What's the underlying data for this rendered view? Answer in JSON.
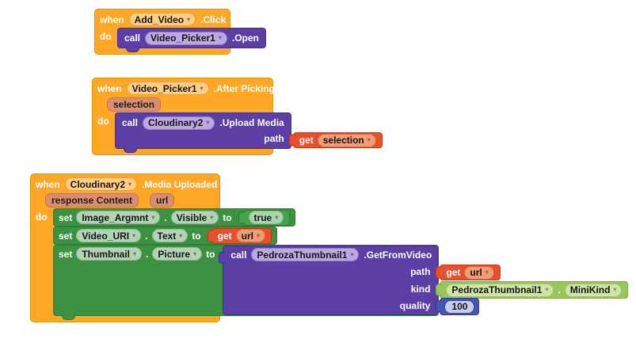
{
  "keywords": {
    "when": "when",
    "do": "do",
    "call": "call",
    "set": "set",
    "to": "to",
    "get": "get",
    "dot": "."
  },
  "colors": {
    "event_block": "#FFA726",
    "event_border": "#DE9206",
    "event_field": "#FFCD88",
    "method_block": "#5C3FA5",
    "method_border": "#462E85",
    "method_field": "#BCA9E2",
    "setter_block": "#3D9142",
    "setter_border": "#2E7D32",
    "setter_field": "#B4D3B4",
    "logic_block": "#46A14B",
    "logic_field": "#ABD3AD",
    "getter_block": "#E8502D",
    "getter_border": "#C23A12",
    "getter_field": "#F19E78",
    "property_block": "#9AC45C",
    "property_border": "#7FA943",
    "property_field": "#CFE4A7",
    "number_block": "#4356B2",
    "number_border": "#2E3E8F",
    "number_field": "#C8CDEB",
    "param_badge": "#D98F6E",
    "workspace_background": "#FFFFFF"
  },
  "block1": {
    "component": "Add_Video",
    "event": ".Click",
    "method_component": "Video_Picker1",
    "method": ".Open"
  },
  "block2": {
    "component": "Video_Picker1",
    "event": ".After Picking",
    "param": "selection",
    "method_component": "Cloudinary2",
    "method": ".Upload Media",
    "arg1_label": "path",
    "arg1_var": "selection"
  },
  "block3": {
    "component": "Cloudinary2",
    "event": ".Media Uploaded",
    "param1": "response Content",
    "param2": "url",
    "set1_component": "Image_Argmnt",
    "set1_property": "Visible",
    "set1_value": "true",
    "set2_component": "Video_URI",
    "set2_property": "Text",
    "set2_var": "url",
    "set3_component": "Thumbnail",
    "set3_property": "Picture",
    "call_component": "PedrozaThumbnail1",
    "call_method": ".GetFromVideo",
    "arg1_label": "path",
    "arg1_var": "url",
    "arg2_label": "kind",
    "arg2_component": "PedrozaThumbnail1",
    "arg2_property": "MiniKind",
    "arg3_label": "quality",
    "arg3_value": "100"
  }
}
